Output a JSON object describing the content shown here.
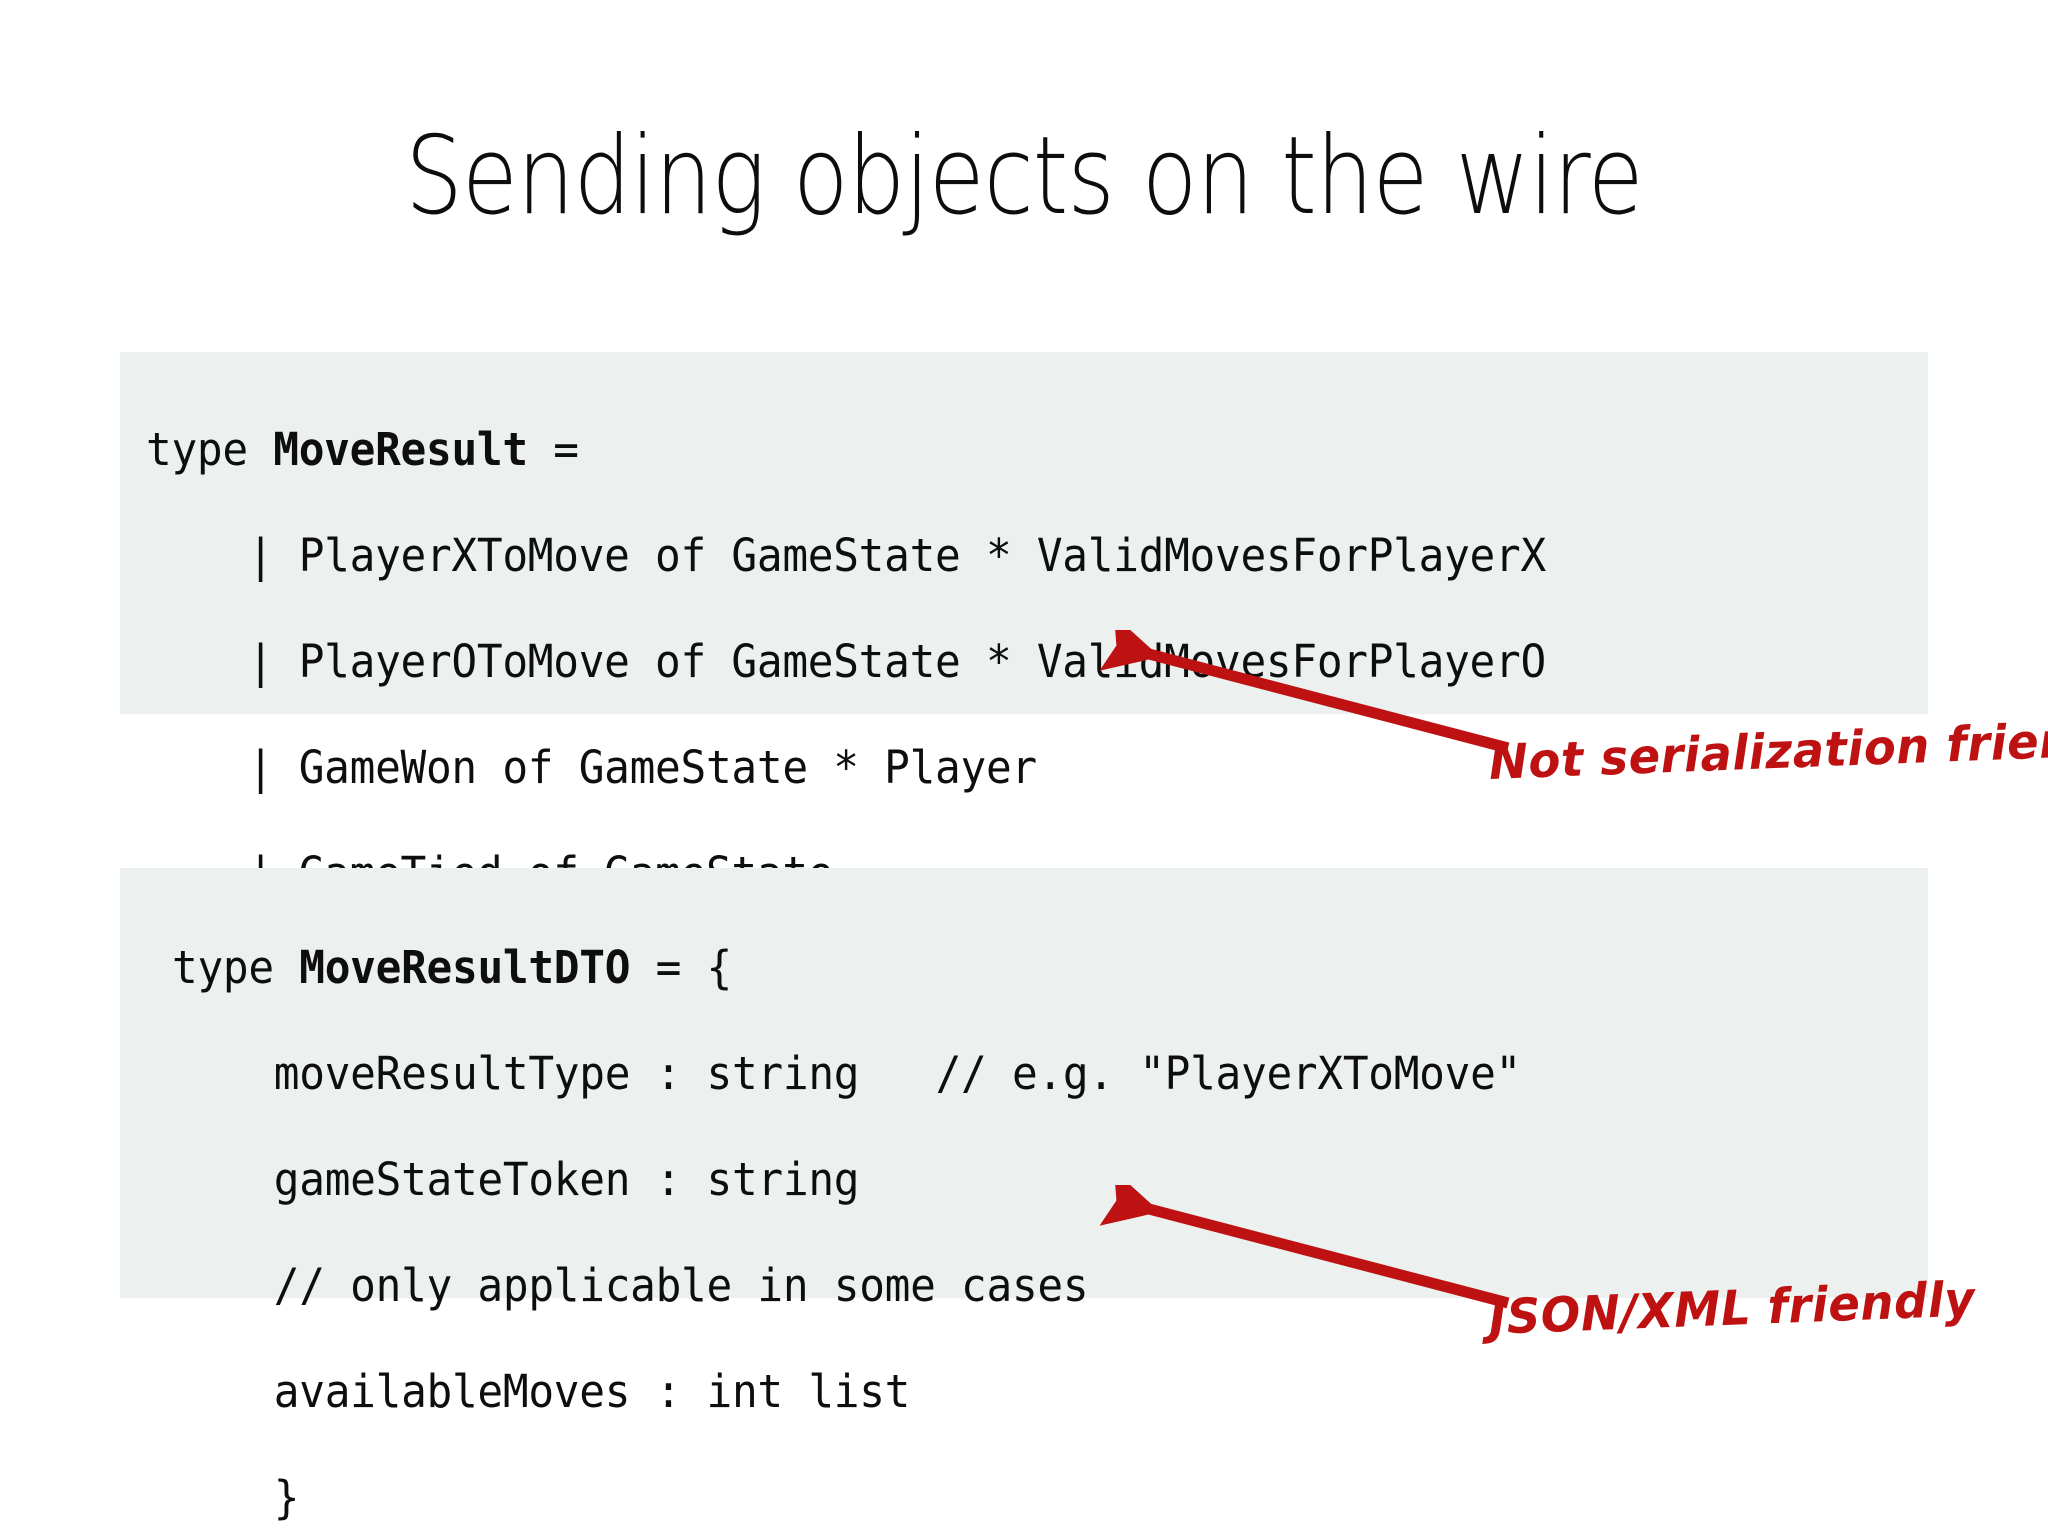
{
  "slide": {
    "title": "Sending objects on the wire",
    "background_color": "#ffffff",
    "code_block_color": "#ecf1f0",
    "annotation_color": "#BE1212",
    "text_color": "#0e0e0e"
  },
  "code_block_1": {
    "lines": [
      {
        "prefix": "type ",
        "bold": "MoveResult",
        "suffix": " ="
      },
      {
        "prefix": "    | PlayerXToMove of GameState * ValidMovesForPlayerX",
        "bold": "",
        "suffix": ""
      },
      {
        "prefix": "    | PlayerOToMove of GameState * ValidMovesForPlayerO",
        "bold": "",
        "suffix": ""
      },
      {
        "prefix": "    | GameWon of GameState * Player",
        "bold": "",
        "suffix": ""
      },
      {
        "prefix": "    | GameTied of GameState",
        "bold": "",
        "suffix": ""
      }
    ]
  },
  "code_block_2": {
    "lines": [
      {
        "prefix": "type ",
        "bold": "MoveResultDTO",
        "suffix": " = {"
      },
      {
        "prefix": "    moveResultType : string   // e.g. \"PlayerXToMove\"",
        "bold": "",
        "suffix": ""
      },
      {
        "prefix": "    gameStateToken : string",
        "bold": "",
        "suffix": ""
      },
      {
        "prefix": "    // only applicable in some cases",
        "bold": "",
        "suffix": ""
      },
      {
        "prefix": "    availableMoves : int list",
        "bold": "",
        "suffix": ""
      },
      {
        "prefix": "    }",
        "bold": "",
        "suffix": ""
      }
    ]
  },
  "annotations": {
    "first": "Not serialization friendly",
    "second": "JSON/XML friendly"
  }
}
